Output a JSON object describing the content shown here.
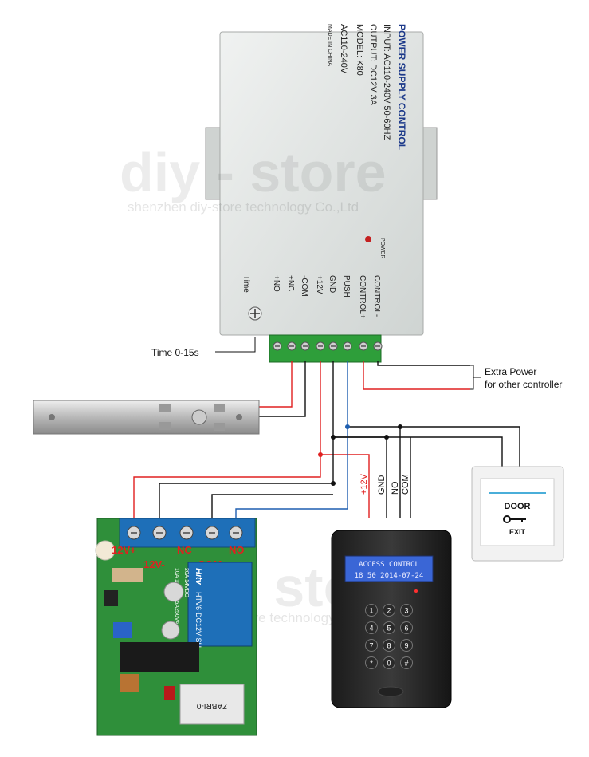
{
  "watermark": {
    "main": "diy - store",
    "sub": "shenzhen diy-store technology Co.,Ltd"
  },
  "power_supply": {
    "title": "POWER SUPPLY CONTROL",
    "input": "INPUT: AC110-240V 50-60HZ",
    "output": "OUTPUT: DC12V  3A",
    "model": "MODEL: K80",
    "ac": "AC110-240V",
    "made_in": "MADE IN CHINA",
    "power_led_label": "POWER",
    "time_label": "Time",
    "terminals": [
      "CONTROL-",
      "CONTROL+",
      "PUSH",
      "GND",
      "+12V",
      "-COM",
      "+NC",
      "+NO"
    ]
  },
  "annotations": {
    "time_range": "Time 0-15s",
    "extra_power_line1": "Extra Power",
    "extra_power_line2": "for other controller"
  },
  "wire_labels": [
    "+12V",
    "GND",
    "NO",
    "COM"
  ],
  "exit_button": {
    "line1": "DOOR",
    "line2": "EXIT"
  },
  "relay_board": {
    "terminals_top": [
      "12V+",
      "NC",
      "NO"
    ],
    "terminals_bottom": [
      "12V-",
      "COM"
    ],
    "relay_text": [
      "HTV6-DC12V-SH",
      "20A 14VDC",
      "10A 125VAC 5A250VAC"
    ],
    "brand": "Hitv",
    "chip_label": "ZABRI-0"
  },
  "access_control": {
    "screen_title": "ACCESS CONTROL",
    "screen_time": "18 50  2014-07-24",
    "keys": [
      "1",
      "2",
      "3",
      "4",
      "5",
      "6",
      "7",
      "8",
      "9",
      "*",
      "0",
      "#"
    ]
  },
  "colors": {
    "red_wire": "#e02020",
    "blue_wire": "#1f5fb0",
    "black_wire": "#111111",
    "terminal_green": "#2e9e3a",
    "relay_blue": "#1e6fb8",
    "pcb_green": "#2f8f3a"
  }
}
